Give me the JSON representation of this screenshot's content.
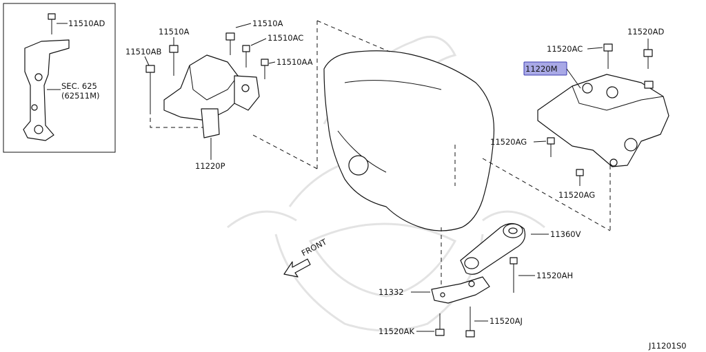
{
  "diagram": {
    "inset": {
      "labels": {
        "bolt": "11510AD",
        "sec_line1": "SEC. 625",
        "sec_line2": "(62511M)"
      }
    },
    "labels": {
      "l_11510A": "11510A",
      "l_11510A2": "11510A",
      "l_11510AB": "11510AB",
      "l_11510AC": "11510AC",
      "l_11510AA": "11510AA",
      "l_11220P": "11220P",
      "l_11220M": "11220M",
      "l_11520AC": "11520AC",
      "l_11520AD": "11520AD",
      "l_11520AG1": "11520AG",
      "l_11520AG2": "11520AG",
      "l_11360V": "11360V",
      "l_11520AH": "11520AH",
      "l_11332": "11332",
      "l_11520AK": "11520AK",
      "l_11520AJ": "11520AJ",
      "front": "FRONT",
      "diagram_code": "J11201S0"
    },
    "colors": {
      "highlight_fill": "#a9a9e6",
      "highlight_stroke": "#3a3ab0",
      "line": "#111111"
    }
  }
}
